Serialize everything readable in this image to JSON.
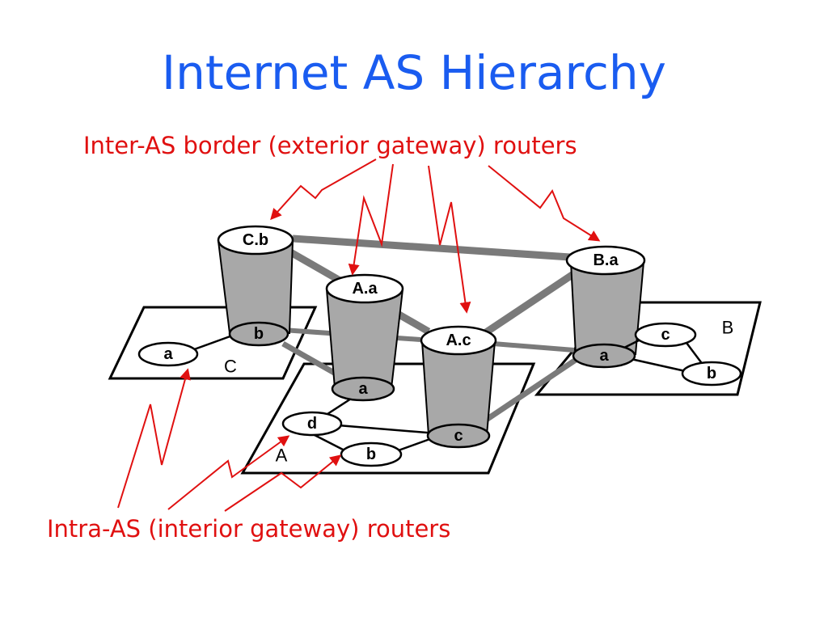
{
  "title": "Internet AS Hierarchy",
  "colors": {
    "title": "#1a5cf0",
    "annotation": "#e01010",
    "link": "#7a7a7a",
    "cylinder": "#a8a8a8",
    "node_gray": "#a8a8a8",
    "node_white": "#ffffff"
  },
  "captions": {
    "inter_as": "Inter-AS border (exterior gateway) routers",
    "intra_as": "Intra-AS (interior gateway) routers"
  },
  "autonomous_systems": {
    "A": "A",
    "B": "B",
    "C": "C"
  },
  "routers": {
    "Cb_top": "C.b",
    "Aa_top": "A.a",
    "Ac_top": "A.c",
    "Ba_top": "B.a",
    "Cb_bottom": "b",
    "Ca": "a",
    "Aa_bottom": "a",
    "Ad": "d",
    "Ab": "b",
    "Ac_bottom": "c",
    "Ba_bottom": "a",
    "Bc": "c",
    "Bb": "b"
  }
}
